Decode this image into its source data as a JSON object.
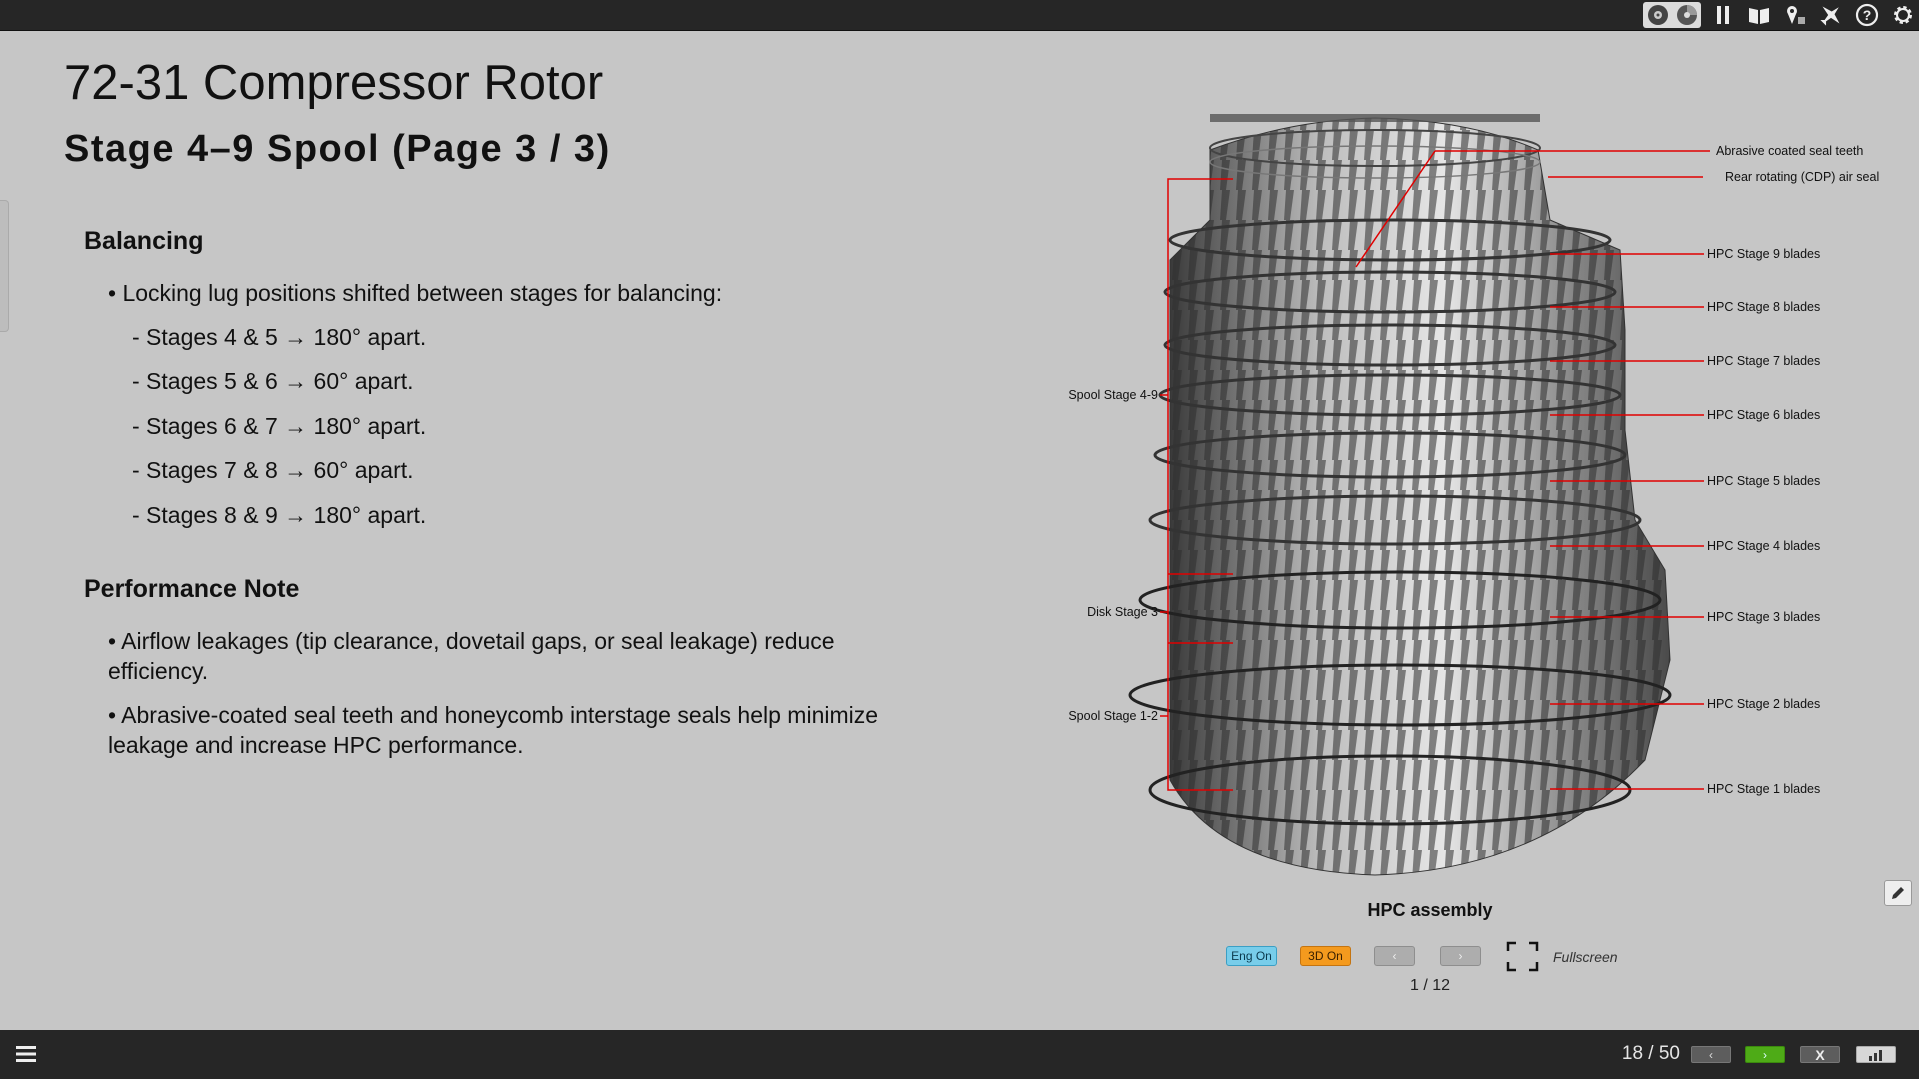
{
  "toolbar": {
    "icons": [
      "volume-icon",
      "sound-icon",
      "pause-icon",
      "book-icon",
      "map-pin-icon",
      "aircraft-icon",
      "help-icon",
      "settings-icon"
    ]
  },
  "lesson": {
    "title": "72-31 Compressor Rotor",
    "subtitle": "Stage 4–9 Spool (Page 3 / 3)",
    "balancing": {
      "heading": "Balancing",
      "bullet": "• Locking lug positions shifted between stages for balancing:",
      "items": [
        "- Stages 4 & 5 → 180° apart.",
        "- Stages 5 & 6 → 60° apart.",
        "- Stages 6 & 7 → 180° apart.",
        "- Stages 7 & 8 → 60° apart.",
        "- Stages 8 & 9 → 180° apart."
      ]
    },
    "performance": {
      "heading": "Performance Note",
      "bullets": [
        "• Airflow leakages (tip clearance, dovetail gaps, or seal leakage) reduce efficiency.",
        "• Abrasive-coated seal teeth and honeycomb interstage seals help minimize leakage and increase HPC performance."
      ]
    }
  },
  "figure": {
    "callouts_right": [
      "Abrasive coated seal teeth",
      "Rear rotating (CDP) air seal",
      "HPC Stage 9 blades",
      "HPC Stage 8 blades",
      "HPC Stage 7 blades",
      "HPC Stage 6 blades",
      "HPC Stage 5 blades",
      "HPC Stage 4 blades",
      "HPC Stage 3 blades",
      "HPC Stage 2 blades",
      "HPC Stage 1 blades"
    ],
    "callouts_left": [
      "Spool Stage 4-9",
      "Disk Stage 3",
      "Spool Stage 1-2"
    ],
    "caption": "HPC assembly",
    "eng_label": "Eng On",
    "threed_label": "3D On",
    "prev_glyph": "‹",
    "next_glyph": "›",
    "fullscreen_label": "Fullscreen",
    "page_indicator": "1 / 12",
    "accent_color": "#e00000"
  },
  "navigation": {
    "page_count": "18 / 50",
    "prev_glyph": "‹",
    "next_glyph": "›",
    "close_label": "X"
  }
}
